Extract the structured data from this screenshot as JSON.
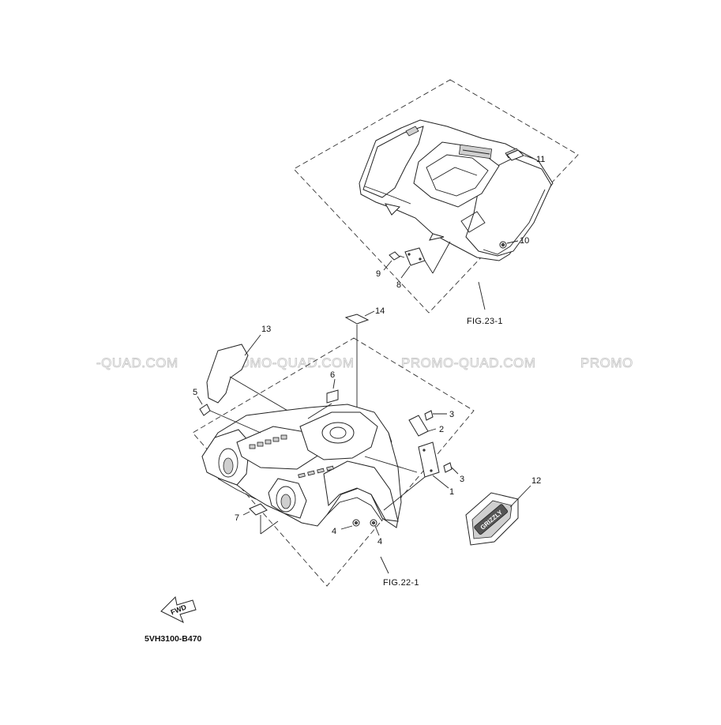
{
  "watermark": {
    "text_1": "-QUAD.COM",
    "text_2": "PROMO-QUAD.COM",
    "text_3": "PROMO-QUAD.COM",
    "text_4": "PROMO"
  },
  "figure_refs": {
    "rear": "FIG.23-1",
    "front": "FIG.22-1"
  },
  "callouts": [
    "1",
    "2",
    "3",
    "3",
    "4",
    "4",
    "5",
    "6",
    "7",
    "8",
    "9",
    "10",
    "11",
    "12",
    "13",
    "14"
  ],
  "forward_arrow_label": "FWD",
  "part_number": "5VH3100-B470",
  "emblem_label": "GRIZZLY"
}
